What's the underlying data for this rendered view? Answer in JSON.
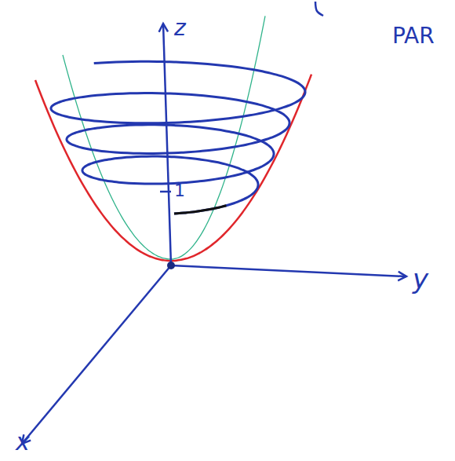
{
  "diagram": {
    "labels": [
      "z",
      "1",
      "y",
      "x",
      "PAR"
    ]
  }
}
